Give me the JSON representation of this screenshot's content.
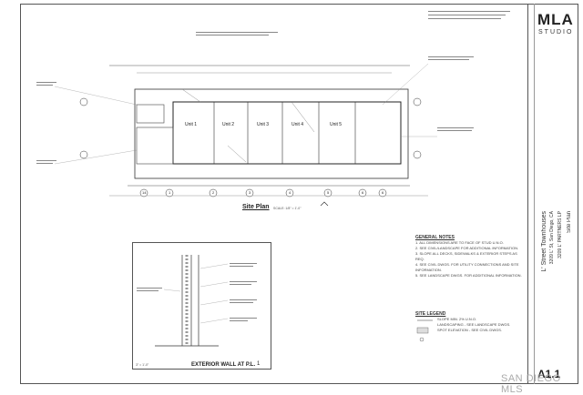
{
  "title_block": {
    "firm_name": "MLA",
    "firm_sub": "STUDIO",
    "project_name": "L' Street Townhouses",
    "project_address": "3209 L' St, San Diego, CA",
    "owner": "3209 L' PARTNERS LP",
    "sheet_title": "Site Plan",
    "sheet_number": "A1.1"
  },
  "site_plan": {
    "title": "Site Plan",
    "scale": "SCALE: 1/8\" = 1'-0\"",
    "units": [
      "Unit 1",
      "Unit 2",
      "Unit 3",
      "Unit 4",
      "Unit 5"
    ],
    "grid_labels": [
      "14",
      "1",
      "2",
      "3",
      "4",
      "5",
      "6",
      "6"
    ]
  },
  "detail": {
    "title": "EXTERIOR WALL AT P.L.",
    "number": "1",
    "scale": "3\" = 1'-0\""
  },
  "general_notes": {
    "heading": "GENERAL NOTES",
    "items": [
      "1. ALL DIMENSIONS ARE TO FACE OF STUD U.N.O.",
      "2. SEE CIVIL/LANDSCAPE FOR ADDITIONAL INFORMATION.",
      "3. SLOPE ALL DECKS, SIDEWALKS & EXTERIOR STEPS AS REQ.",
      "4. SEE CIVIL DWGS. FOR UTILITY CONNECTIONS AND SITE INFORMATION.",
      "5. SEE LANDSCAPE DWGS. FOR ADDITIONAL INFORMATION."
    ]
  },
  "site_legend": {
    "heading": "SITE LEGEND",
    "items": [
      "SLOPE MIN. 2% U.N.O.",
      "LANDSCAPING - SEE LANDSCAPE DWGS.",
      "SPOT ELEVATION - SEE CIVIL DWGS."
    ]
  },
  "watermark": "SAN DIEGO MLS"
}
